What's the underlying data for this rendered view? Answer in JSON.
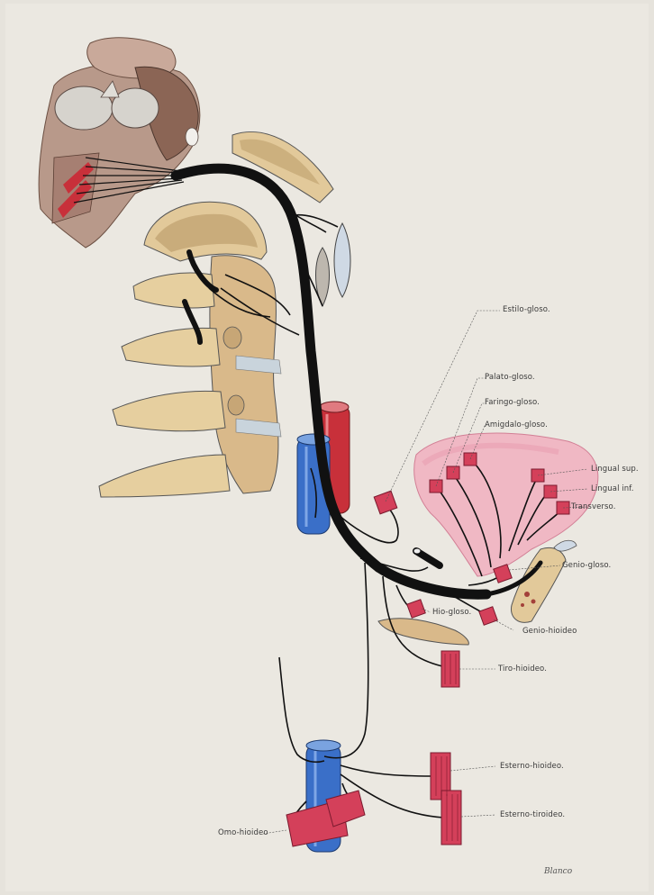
{
  "muscle_labels": {
    "estilo": "Estilo-gloso.",
    "palato": "Palato-gloso.",
    "faringo": "Faringo-gloso.",
    "amigdalo": "Amigdalo-gloso.",
    "lingual_sup": "Lingual sup.",
    "lingual_inf": "Lingual inf.",
    "transverso": "Transverso.",
    "genio_gloso": "Genio-gloso.",
    "hio_gloso": "Hio-gloso.",
    "genio_hioideo": "Genio-hioideo",
    "tiro_hioideo": "Tiro-hioideo.",
    "esterno_hioideo": "Esterno-hioideo.",
    "esterno_tiroideo": "Esterno-tiroideo.",
    "omo_hioideo": "Omo-hioideo"
  },
  "signature": "Blanco"
}
